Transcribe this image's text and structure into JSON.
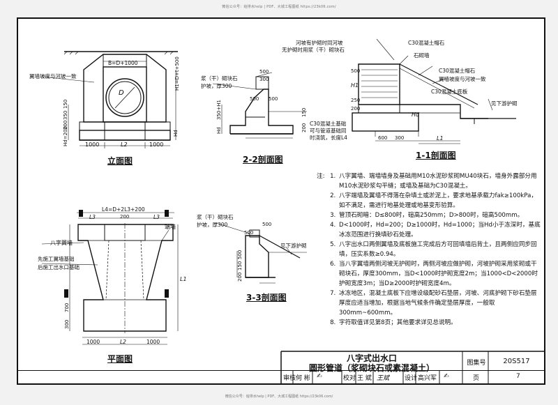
{
  "header_watermark": "微信公众号：给排水help  |  PDF、大城工程图纸 https://23k06.com/",
  "footer_watermark": "微信公众号：给排水help  |  PDF、大城工程图纸 https://23k06.com/",
  "views": {
    "elevation": {
      "title": "立面图",
      "dims": {
        "top": "B=D+1000",
        "h1": "H1=D+t+500",
        "h350": "350",
        "h150": "150",
        "h200a": "200",
        "h200b": "Hd=200",
        "hd": "Hd",
        "bot_left": "1000",
        "bot_mid": "L2",
        "bot_right": "1000",
        "d": "D",
        "note": "翼墙坡度与河坡一致"
      }
    },
    "section22": {
      "title": "2-2剖面图",
      "dims": {
        "label1": "浆（干）砌块石",
        "label2": "护坡，厚300",
        "d500a": "500",
        "d300": "300",
        "d500b": "500",
        "d500c": "500",
        "d150": "150",
        "d200": "200",
        "hh": "350+H1",
        "hd": "Hd"
      }
    },
    "section11": {
      "title": "1-1剖面图",
      "dims": {
        "note1": "河坡有护砌时同河坡",
        "note2": "无护砌时用浆（干）砌块石",
        "note3": "C30混凝土帽石",
        "note4": "石砌墙",
        "note5": "C30混凝土帽石",
        "note6": "翼墙坡度与河坡一致",
        "note7": "C30混凝土底板",
        "note8": "见下游护砌",
        "note9": "C30混凝土基础",
        "note10": "可与管道基础同",
        "note11": "时浇筑，长度L4",
        "d600": "600",
        "d300": "300",
        "d500": "500",
        "d250": "250",
        "d200": "200",
        "l1": "L1",
        "h1": "H1",
        "hd": "Hd"
      }
    },
    "section33": {
      "title": "3-3剖面图",
      "dims": {
        "label1": "浆（干）砌块石",
        "label2": "护坡，厚300",
        "note": "见下游护砌",
        "d500a": "500",
        "d500b": "500",
        "d500c": "500",
        "d150": "150",
        "d200": "200"
      }
    },
    "plan": {
      "title": "平面图",
      "dims": {
        "top": "L4=D+2L3+200",
        "l3a": "L3",
        "l3b": "L3",
        "d200": "200",
        "d1000a": "1000",
        "l2": "L2",
        "d1000b": "1000",
        "l1": "L1",
        "d700": "700",
        "d300": "300",
        "label1": "八字翼墙",
        "label2": "先施工翼墙基础",
        "label3": "后施工出水口基础",
        "label4": "端墙"
      }
    }
  },
  "notes": {
    "label": "注:",
    "items": [
      "八字翼墙、端墙墙身及基础用M10水泥砂浆砌MU40块石，墙身外露部分用M10水泥砂浆勾平缝；或墙及基础为C30混凝土。",
      "八字端墙及翼墙不得落在杂填土或淤泥上，要求地基承载力fak≥100kPa，如不满足，需进行地基处理或地基变形验算。",
      "管顶石砌暗：D≤800时，碹高250mm；D>800时，碹高500mm。",
      "D<1000时，Hd=200；D≥1000时，Hd=1000；当Hd小于冻深时，基底冰冻范围进行换填砂石处理。",
      "八字出水口两侧翼墙及底板施工完成后方可回填墙后背土，且两侧应同步回填，压实系数≥0.94。",
      "当八字翼墙两侧河坡无护砌时，两侧河坡应做护砌，河坡护砌采用浆砌或干砌块石，厚度300mm，当D<1000时护砌宽度2m；当1000<D<2000时护砌宽度3m；当D≥2000时护砌宽度4m。",
      "冰冻地区，混凝土底板下应增设级配砂石垫层，河坡、河底护砌下砂石垫层厚度应适当增加，根据当地气候条件确定垫层厚度，一般取300mm~600mm。",
      "字符取值详见第8页；其他要求详见总说明。"
    ]
  },
  "title_block": {
    "title_line1": "八字式出水口",
    "title_line2": "圆形管道（浆砌块石或素混凝土）",
    "atlas_label": "图集号",
    "atlas_value": "20S517",
    "review_label": "审核",
    "review_name": "何 彬",
    "check_label": "校对",
    "check_name": "王 斌",
    "check_sign": "王斌",
    "design_label": "设计",
    "design_name": "高兴军",
    "page_label": "页",
    "page_value": "7"
  }
}
